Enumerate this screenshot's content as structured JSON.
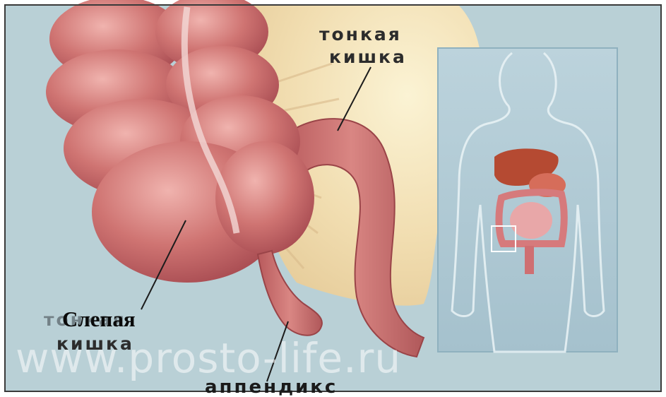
{
  "labels": {
    "small_intestine_line1": "тонкая",
    "small_intestine_line2": "кишка",
    "cecum_ghost_line1": "тонкая",
    "cecum_overlay": "Слепая",
    "cecum_line2": "кишка",
    "appendix": "аппендикс"
  },
  "watermark": "www.prosto-life.ru",
  "colors": {
    "background": "#b9d0d6",
    "colon": "#c8696a",
    "mesentery": "#f0dcae",
    "body_panel": "#aec9d4",
    "liver": "#b54a32"
  }
}
